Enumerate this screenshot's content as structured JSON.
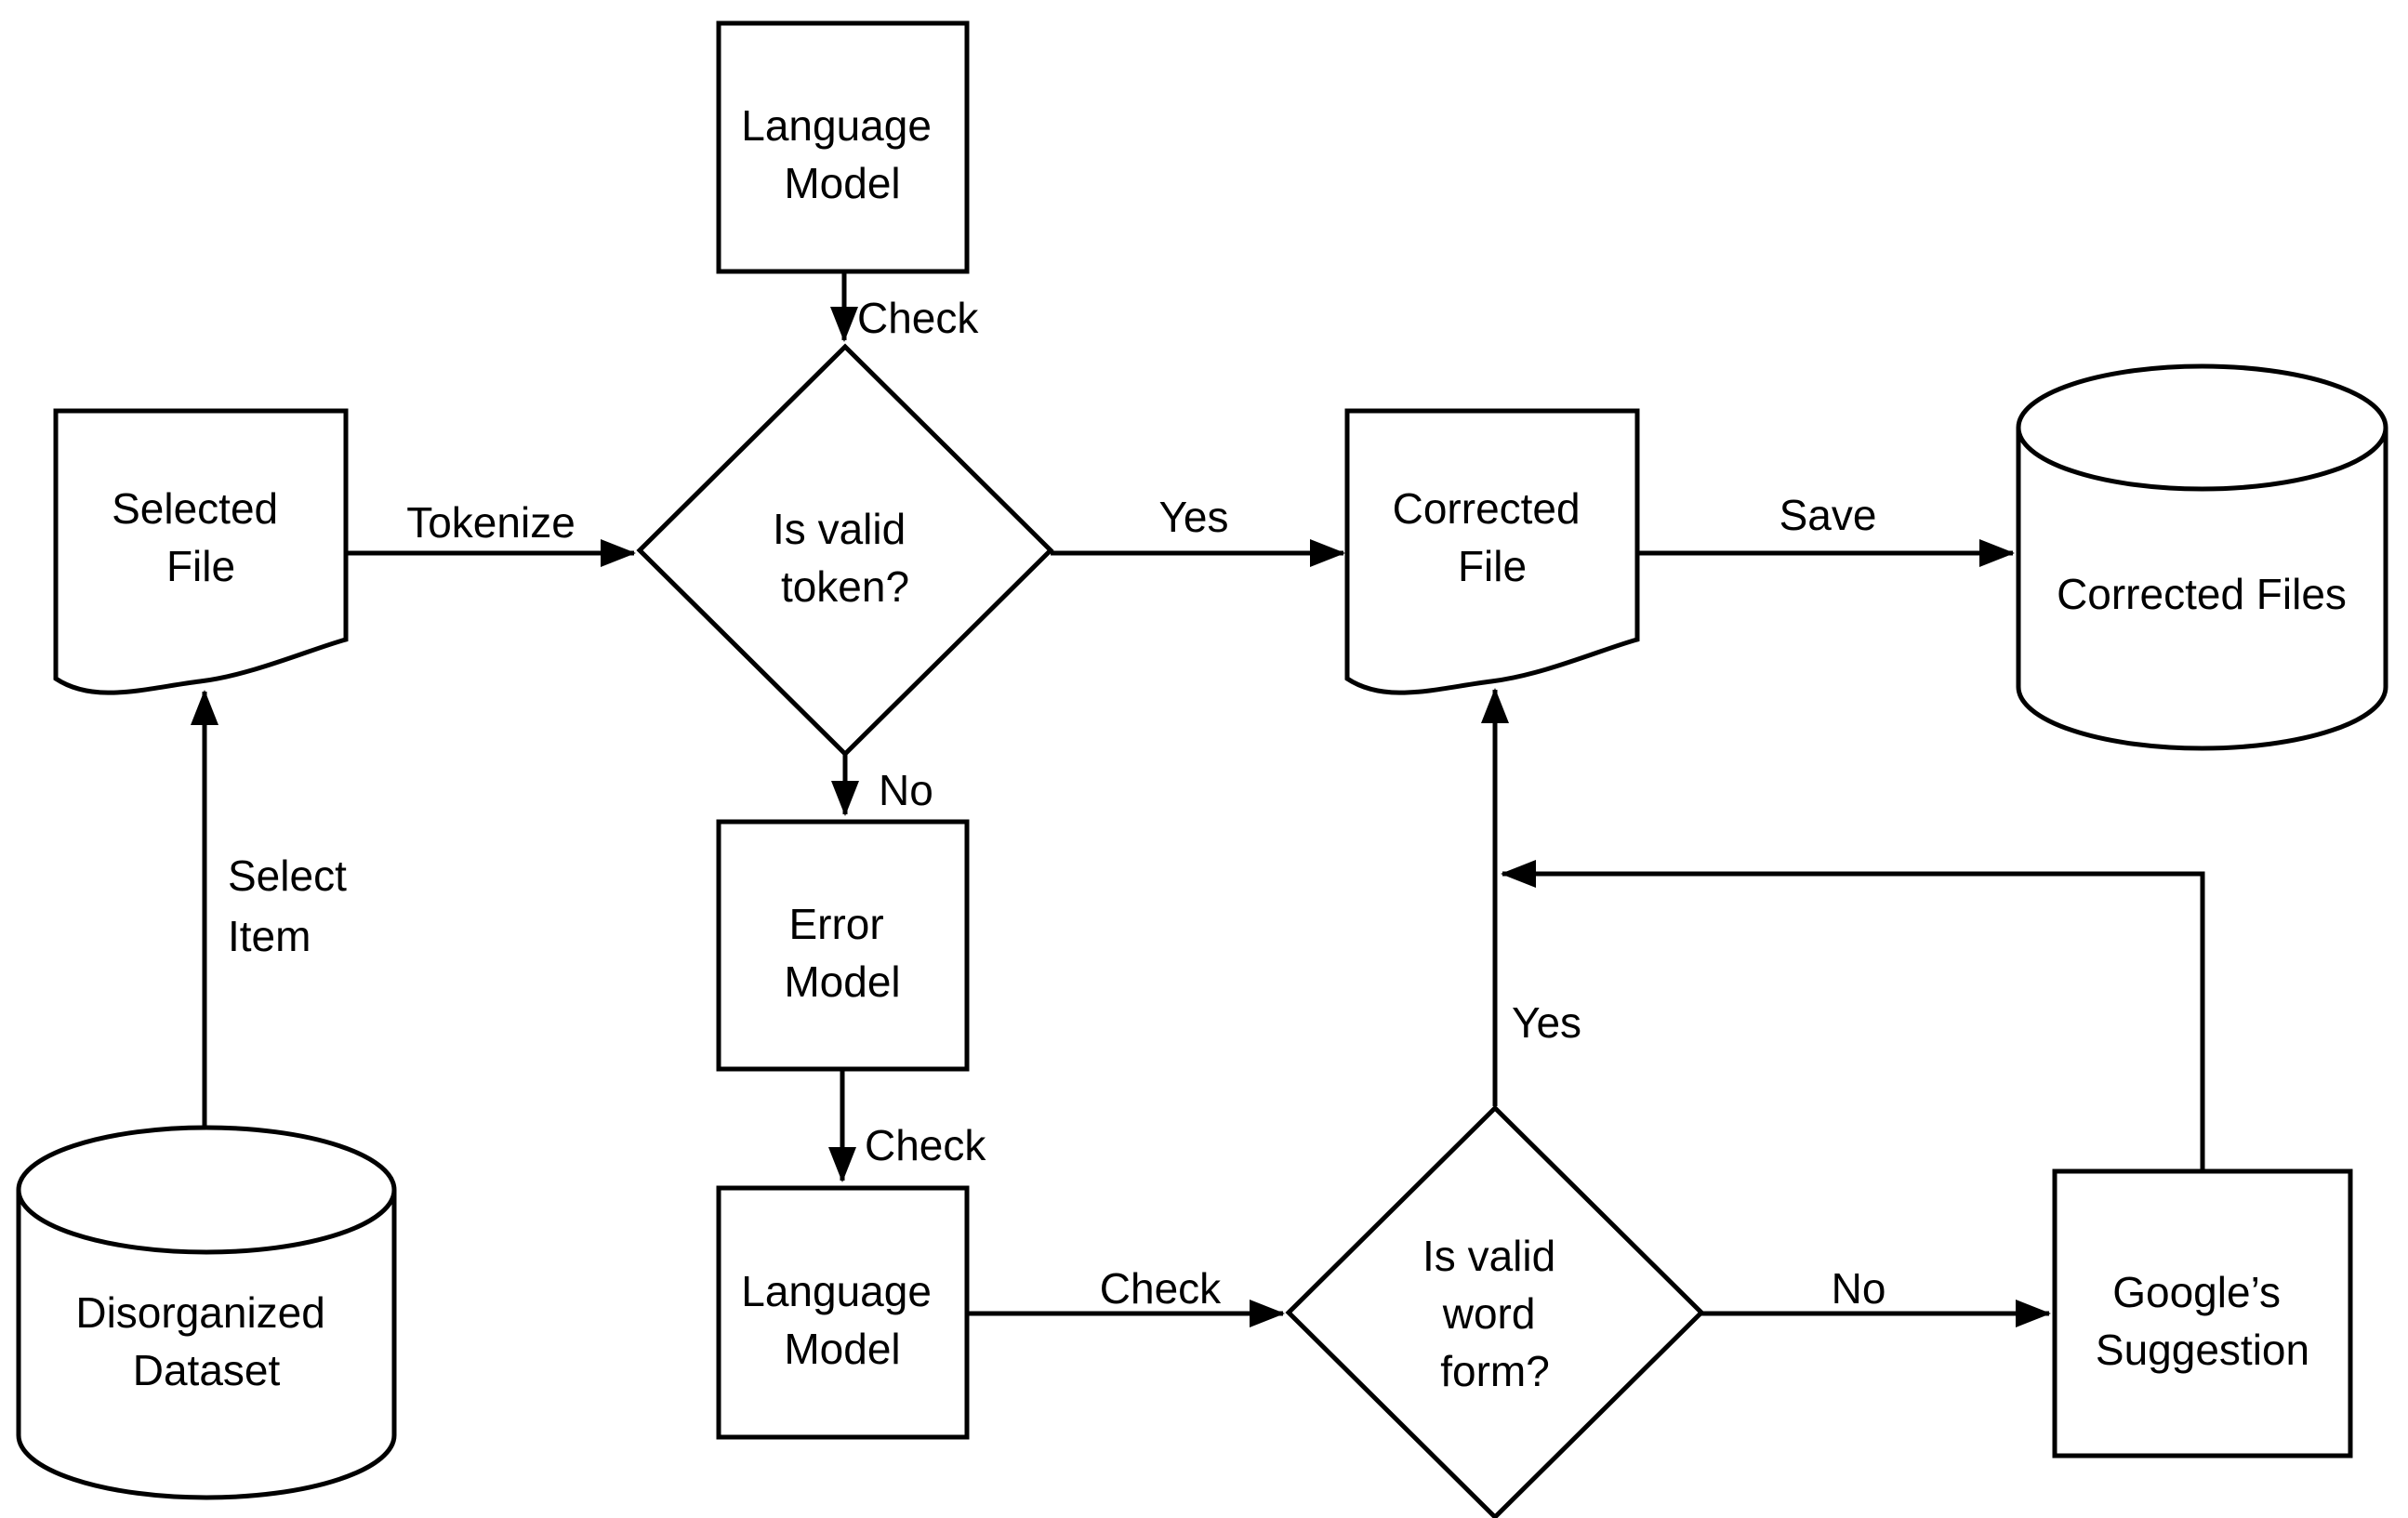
{
  "diagram": {
    "background": "#ffffff",
    "ink": "#000000",
    "nodes": {
      "language_model_top": {
        "type": "process",
        "lines": [
          "Language",
          "Model"
        ]
      },
      "selected_file": {
        "type": "document",
        "lines": [
          "Selected",
          "File"
        ]
      },
      "is_valid_token": {
        "type": "decision",
        "lines": [
          "Is valid",
          "token?"
        ]
      },
      "corrected_file": {
        "type": "document",
        "lines": [
          "Corrected",
          "File"
        ]
      },
      "corrected_files": {
        "type": "database",
        "lines": [
          "Corrected Files"
        ]
      },
      "error_model": {
        "type": "process",
        "lines": [
          "Error",
          "Model"
        ]
      },
      "language_model_bottom": {
        "type": "process",
        "lines": [
          "Language",
          "Model"
        ]
      },
      "is_valid_word_form": {
        "type": "decision",
        "lines": [
          "Is valid",
          "word",
          "form?"
        ]
      },
      "googles_suggestion": {
        "type": "process",
        "lines": [
          "Google’s",
          "Suggestion"
        ]
      },
      "disorganized_dataset": {
        "type": "database",
        "lines": [
          "Disorganized",
          "Dataset"
        ]
      }
    },
    "edges": {
      "check_top": "Check",
      "tokenize": "Tokenize",
      "yes_token": "Yes",
      "save": "Save",
      "no_token": "No",
      "check_error_model": "Check",
      "check_word_form": "Check",
      "no_word_form": "No",
      "yes_word_form": "Yes",
      "select_item": [
        "Select",
        "Item"
      ]
    }
  }
}
